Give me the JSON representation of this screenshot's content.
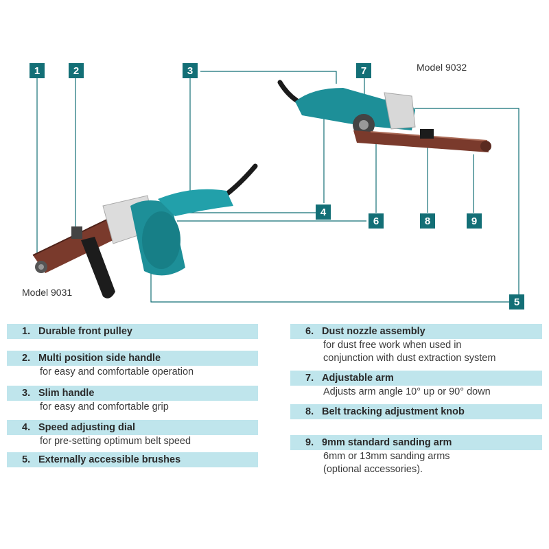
{
  "models": {
    "left": "Model 9031",
    "right": "Model 9032"
  },
  "callouts": [
    "1",
    "2",
    "3",
    "4",
    "5",
    "6",
    "7",
    "8",
    "9"
  ],
  "features_left": [
    {
      "num": "1.",
      "title": "Durable front pulley",
      "desc": []
    },
    {
      "num": "2.",
      "title": "Multi position side handle",
      "desc": [
        "for easy and comfortable operation"
      ]
    },
    {
      "num": "3.",
      "title": "Slim handle",
      "desc": [
        "for easy and comfortable grip"
      ]
    },
    {
      "num": "4.",
      "title": "Speed adjusting dial",
      "desc": [
        "for pre-setting optimum belt speed"
      ]
    },
    {
      "num": "5.",
      "title": "Externally accessible brushes",
      "desc": []
    }
  ],
  "features_right": [
    {
      "num": "6.",
      "title": "Dust nozzle assembly",
      "desc": [
        "for dust free work when used in",
        "conjunction with dust extraction system"
      ]
    },
    {
      "num": "7.",
      "title": "Adjustable arm",
      "desc": [
        "Adjusts arm angle 10° up or 90° down"
      ]
    },
    {
      "num": "8.",
      "title": "Belt tracking adjustment knob",
      "desc": []
    },
    {
      "num": "9.",
      "title": "9mm standard sanding arm",
      "desc": [
        "6mm or 13mm sanding arms",
        "(optional accessories)."
      ]
    }
  ],
  "colors": {
    "callout": "#136f76",
    "bar": "#bfe5ec",
    "tool_body": "#1d8f98",
    "belt": "#7a3a2c"
  }
}
